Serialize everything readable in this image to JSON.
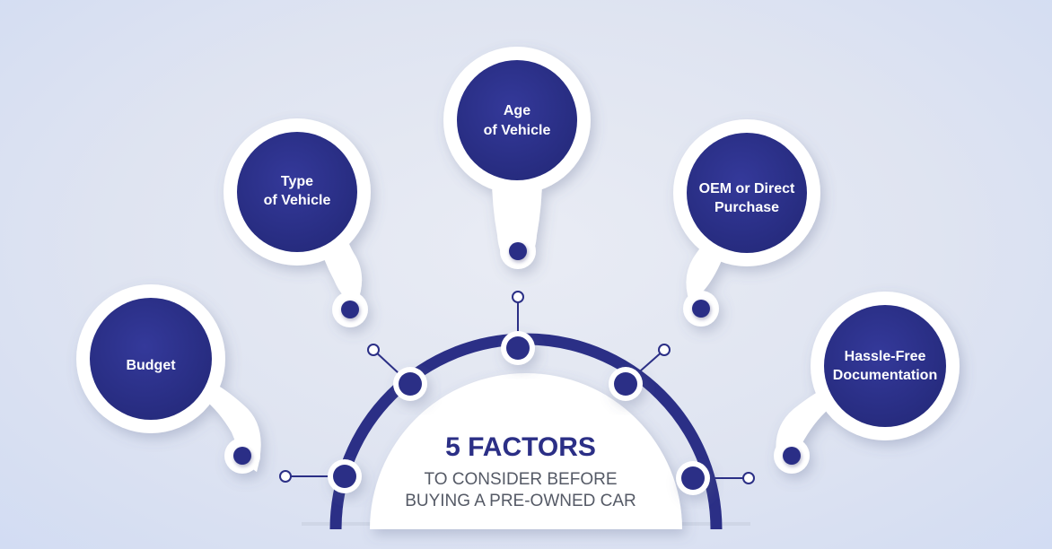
{
  "center": {
    "title": "5 FACTORS",
    "subtitle_line1": "TO CONSIDER BEFORE",
    "subtitle_line2": "BUYING A PRE-OWNED CAR"
  },
  "factors": [
    {
      "line1": "Budget",
      "line2": ""
    },
    {
      "line1": "Type",
      "line2": "of Vehicle"
    },
    {
      "line1": "Age",
      "line2": "of Vehicle"
    },
    {
      "line1": "OEM or Direct",
      "line2": "Purchase"
    },
    {
      "line1": "Hassle-Free",
      "line2": "Documentation"
    }
  ],
  "colors": {
    "primary": "#2b2f86",
    "pin_white": "#ffffff",
    "background": "#dfe4f1"
  }
}
